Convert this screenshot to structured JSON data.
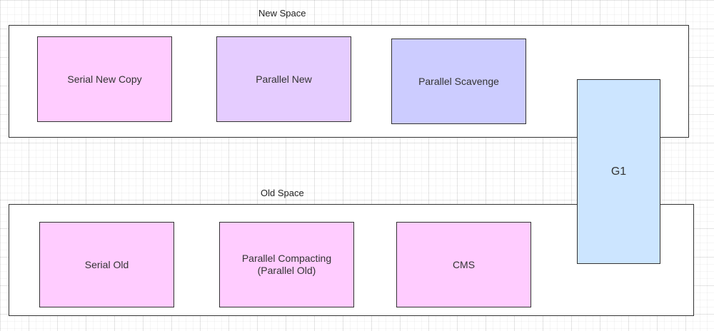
{
  "regions": {
    "new_space": {
      "title": "New Space"
    },
    "old_space": {
      "title": "Old Space"
    }
  },
  "nodes": {
    "serial_new_copy": {
      "label": "Serial New Copy",
      "color": "#ffccff"
    },
    "parallel_new": {
      "label": "Parallel New",
      "color": "#e5ccff"
    },
    "parallel_scavenge": {
      "label": "Parallel Scavenge",
      "color": "#ccccff"
    },
    "serial_old": {
      "label": "Serial Old",
      "color": "#ffccff"
    },
    "parallel_compacting": {
      "label": "Parallel Compacting\n(Parallel Old)",
      "color": "#ffccff"
    },
    "cms": {
      "label": "CMS",
      "color": "#ffccff"
    },
    "g1": {
      "label": "G1",
      "color": "#cce5ff"
    }
  }
}
